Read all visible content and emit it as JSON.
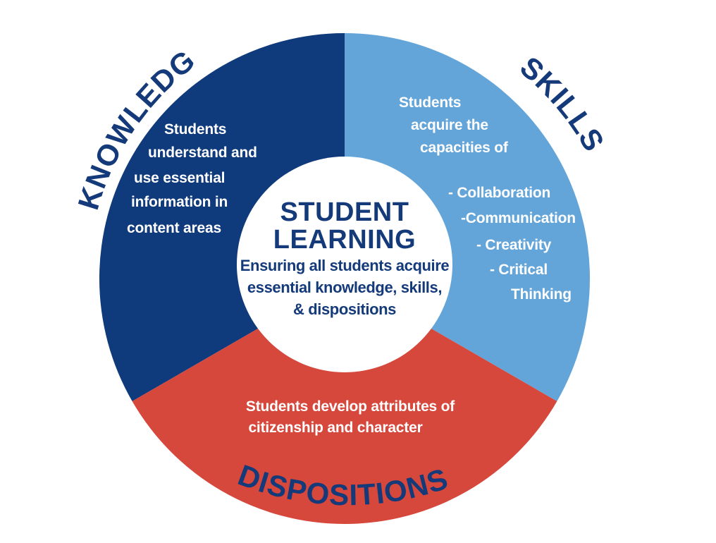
{
  "colors": {
    "knowledge": "#0f3a7c",
    "skills": "#64a5d9",
    "dispositions": "#d6473c",
    "label": "#143a7a",
    "center_bg": "#ffffff"
  },
  "center": {
    "title_line1": "STUDENT",
    "title_line2": "LEARNING",
    "subtitle_line1": "Ensuring all students acquire",
    "subtitle_line2": "essential knowledge, skills,",
    "subtitle_line3": "& dispositions"
  },
  "knowledge": {
    "label": "KNOWLEDGE",
    "text": [
      "Students",
      "understand and",
      "use essential",
      "information in",
      "content areas"
    ]
  },
  "skills": {
    "label": "SKILLS",
    "text": [
      "Students",
      "acquire the",
      "capacities of"
    ],
    "capacities": [
      "- Collaboration",
      "-Communication",
      "- Creativity",
      "- Critical",
      "Thinking"
    ]
  },
  "dispositions": {
    "label": "DISPOSITIONS",
    "text": [
      "Students develop attributes of",
      "citizenship and character"
    ]
  }
}
